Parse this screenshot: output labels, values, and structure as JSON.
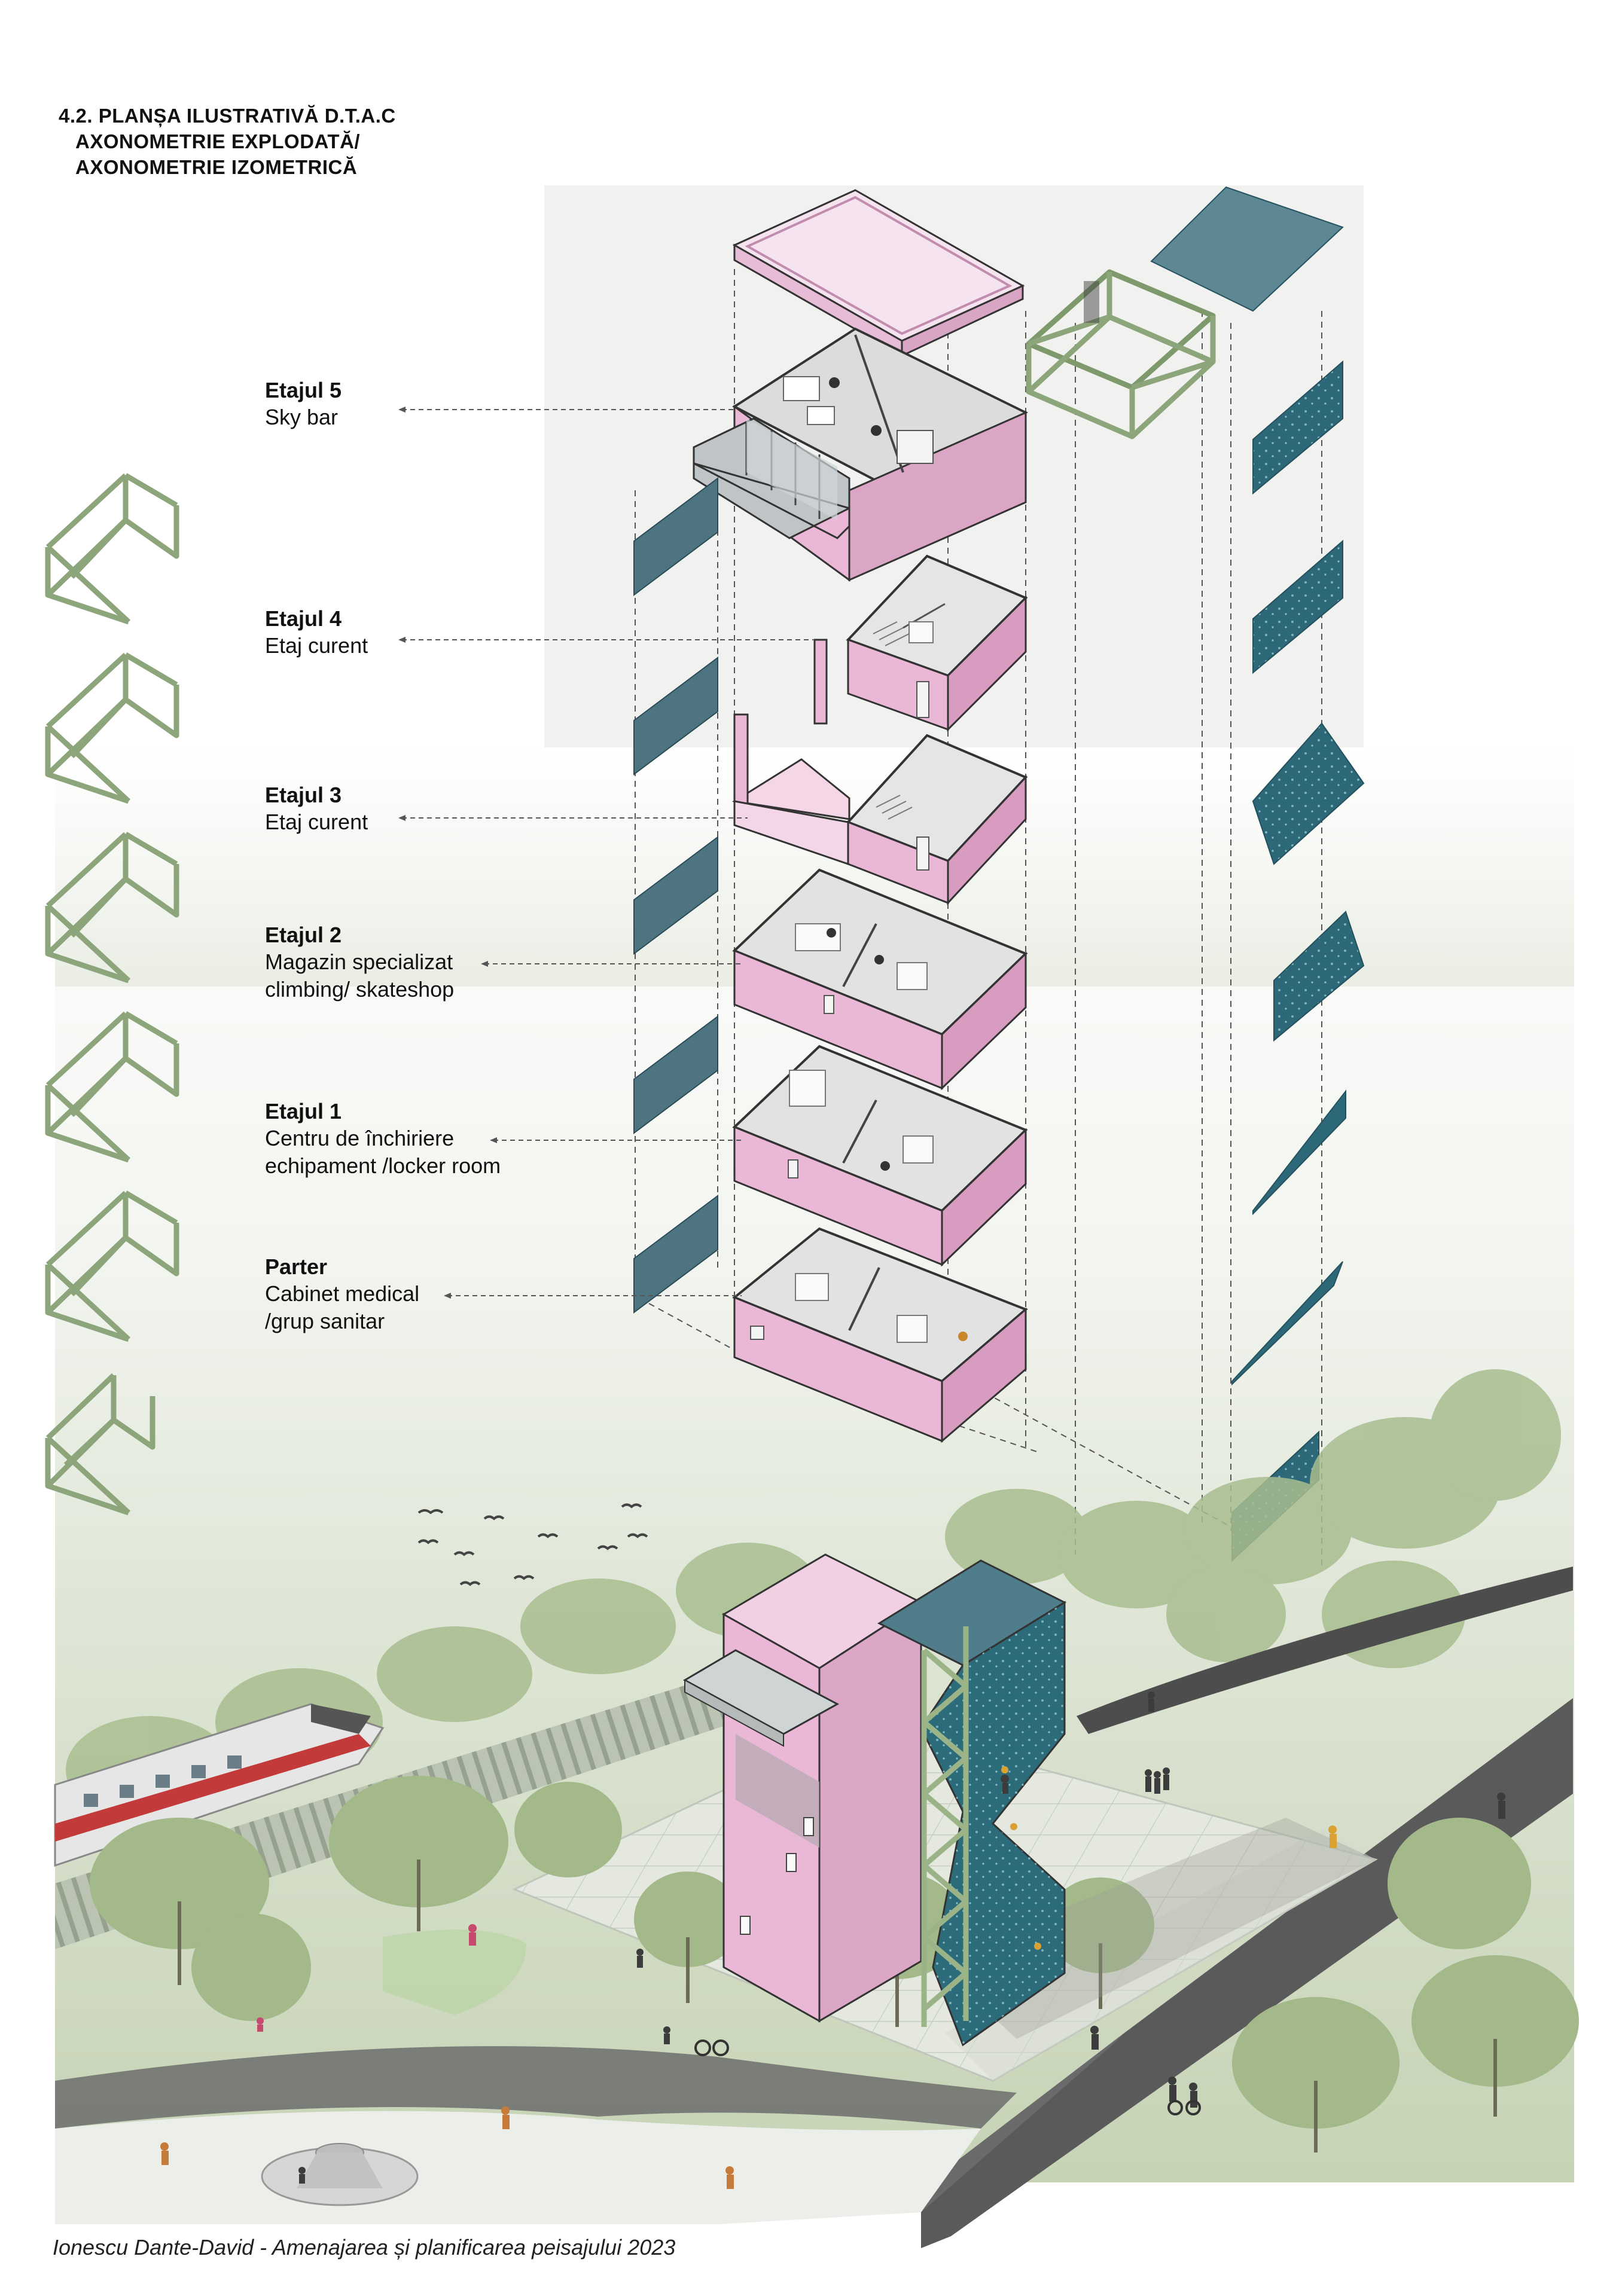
{
  "title": {
    "line1": "4.2. PLANȘA ILUSTRATIVĂ D.T.A.C",
    "line2": "AXONOMETRIE EXPLODATĂ/",
    "line3": "AXONOMETRIE IZOMETRICĂ"
  },
  "floors": [
    {
      "name": "Etajul 5",
      "desc1": "Sky bar",
      "desc2": ""
    },
    {
      "name": "Etajul 4",
      "desc1": "Etaj curent",
      "desc2": ""
    },
    {
      "name": "Etajul 3",
      "desc1": "Etaj curent",
      "desc2": ""
    },
    {
      "name": "Etajul 2",
      "desc1": "Magazin specializat",
      "desc2": "climbing/ skateshop"
    },
    {
      "name": "Etajul 1",
      "desc1": "Centru de închiriere",
      "desc2": "echipament /locker room"
    },
    {
      "name": "Parter",
      "desc1": "Cabinet medical",
      "desc2": "/grup sanitar"
    }
  ],
  "footer": "Ionescu Dante-David - Amenajarea și planificarea peisajului 2023",
  "colors": {
    "pink": "#eab8d6",
    "pink_light": "#f5dcea",
    "pink_dark": "#d79cc0",
    "teal": "#2f6b7a",
    "teal_light": "#4f8592",
    "frame_green": "#b4c8a0",
    "landscape": "#c3d1b2",
    "paving": "#e2e6dc",
    "road": "#5e5e5e",
    "tree": "#a3b98a"
  },
  "icons": [
    "tower-icon",
    "train-icon",
    "tree-icon",
    "person-icon",
    "bird-icon",
    "cyclist-icon",
    "skatebowl-icon"
  ]
}
